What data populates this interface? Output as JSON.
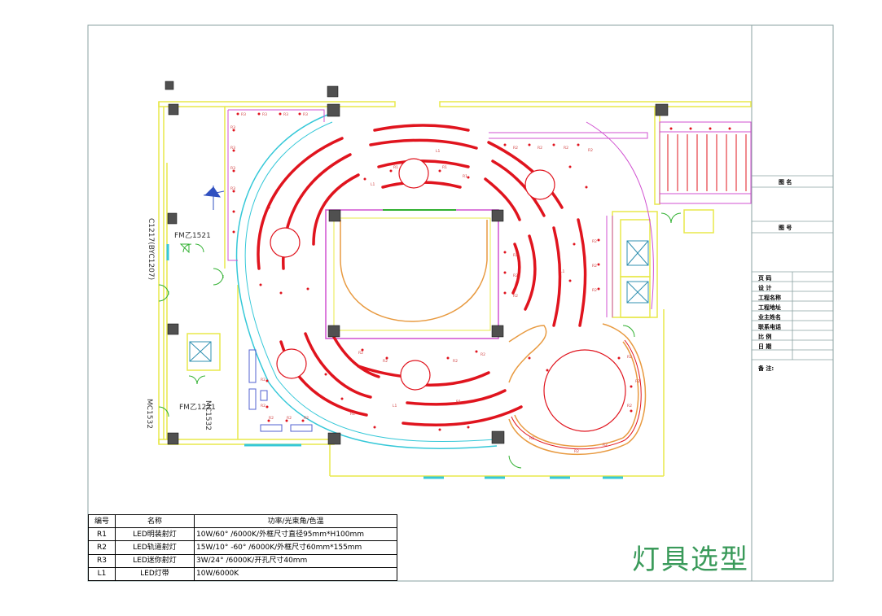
{
  "drawing": {
    "sheet_title": "灯具选型",
    "room_labels": {
      "fm1521": "FM乙1521",
      "fm1221": "FM乙1221",
      "c1217": "C1217(BYC1207)",
      "mc1532_left": "MC1532",
      "mc1532_right": "MC1532"
    },
    "marker_codes": {
      "r1": "R1",
      "r2": "R2",
      "r3": "R3",
      "l1": "L1"
    }
  },
  "legend_table": {
    "headers": [
      "编号",
      "名称",
      "功率/光束角/色温"
    ],
    "rows": [
      {
        "code": "R1",
        "name": "LED明装射灯",
        "spec": "10W/60°  /6000K/外框尺寸直径95mm*H100mm"
      },
      {
        "code": "R2",
        "name": "LED轨道射灯",
        "spec": "15W/10°  -60°  /6000K/外框尺寸60mm*155mm"
      },
      {
        "code": "R3",
        "name": "LED迷你射灯",
        "spec": " 3W/24°  /6000K/开孔尺寸40mm"
      },
      {
        "code": "L1",
        "name": "LED灯带",
        "spec": "10W/6000K"
      }
    ]
  },
  "title_block": {
    "drawing_name_label": "图  名",
    "drawing_no_label": "图  号",
    "fields": [
      "页  码",
      "设  计",
      "工程名称",
      "工程地址",
      "业主姓名",
      "联系电话",
      "比  例",
      "日  期",
      "备  注:"
    ]
  },
  "colors": {
    "frame": "#8aa0a0",
    "wall": "#e8e84a",
    "column": "#505050",
    "fixture_arc": "#e0141e",
    "cyan": "#35c8d8",
    "magenta": "#d050d0",
    "orange": "#e89a40",
    "green": "#30b030",
    "title": "#3a9a5a"
  }
}
